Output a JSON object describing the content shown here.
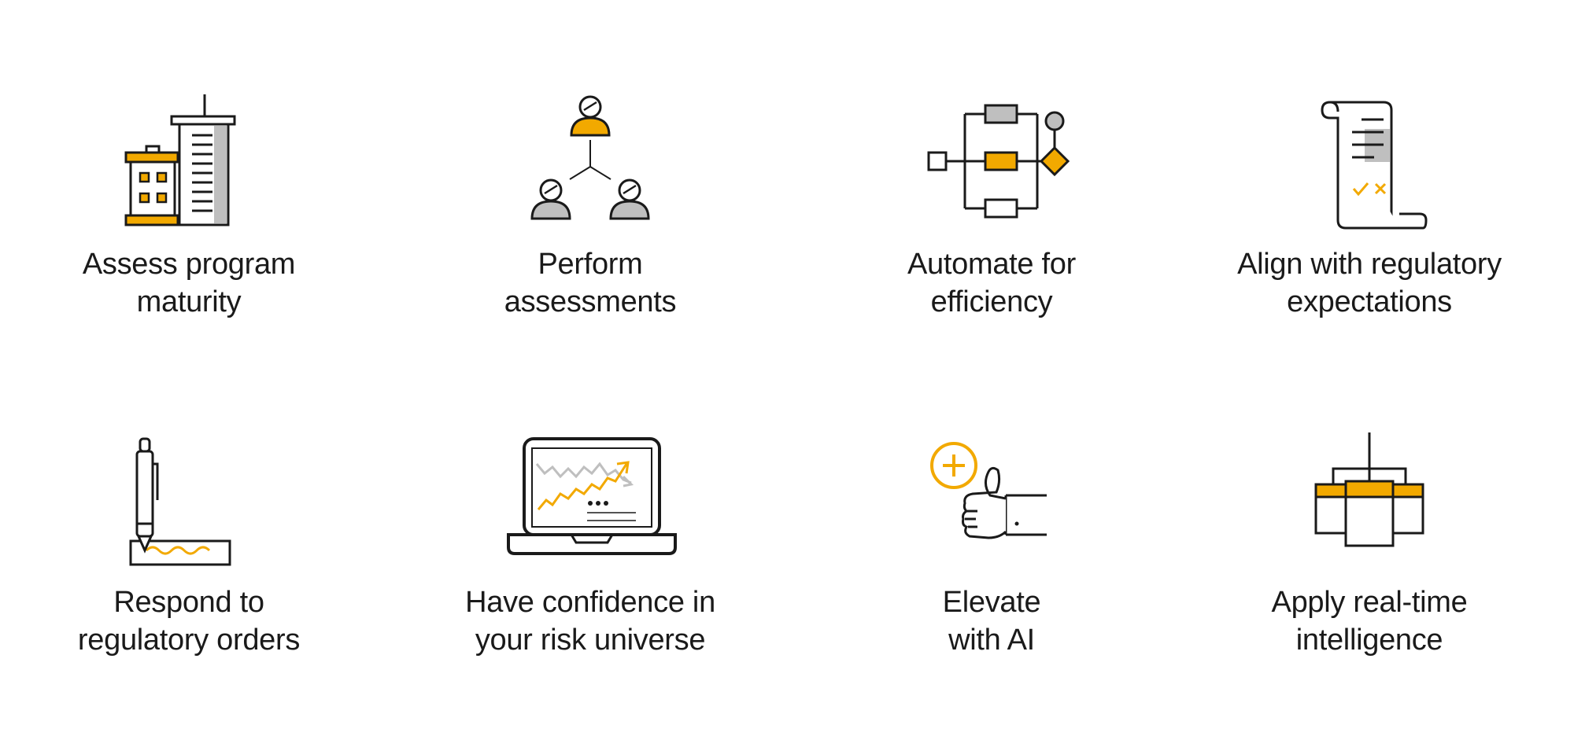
{
  "colors": {
    "accent": "#F2A900",
    "gray": "#BFBFBF",
    "stroke": "#1A1A1A"
  },
  "items": [
    {
      "icon": "building-icon",
      "line1": "Assess program",
      "line2": "maturity"
    },
    {
      "icon": "people-network-icon",
      "line1": "Perform",
      "line2": "assessments"
    },
    {
      "icon": "workflow-diagram-icon",
      "line1": "Automate for",
      "line2": "efficiency"
    },
    {
      "icon": "document-scroll-icon",
      "line1": "Align with regulatory",
      "line2": "expectations"
    },
    {
      "icon": "pen-signature-icon",
      "line1": "Respond to",
      "line2": "regulatory orders"
    },
    {
      "icon": "laptop-chart-icon",
      "line1": "Have confidence in",
      "line2": "your risk universe"
    },
    {
      "icon": "thumbs-up-plus-icon",
      "line1": "Elevate",
      "line2": "with AI"
    },
    {
      "icon": "hierarchy-cards-icon",
      "line1": "Apply real-time",
      "line2": "intelligence"
    }
  ]
}
